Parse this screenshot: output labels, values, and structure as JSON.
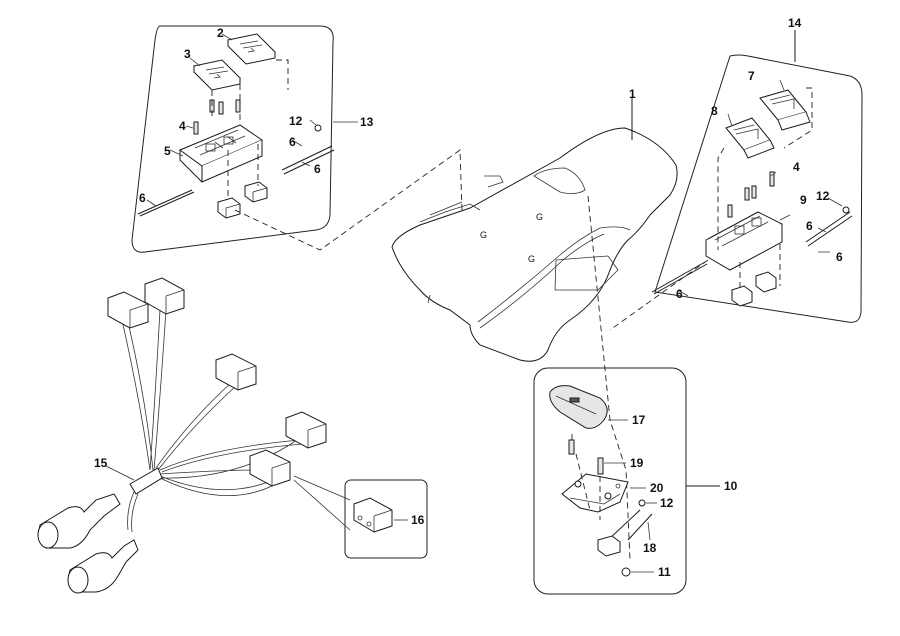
{
  "diagram": {
    "type": "exploded parts diagram",
    "callouts": {
      "c1": "1",
      "c2": "2",
      "c3": "3",
      "c4a": "4",
      "c5": "5",
      "c6a": "6",
      "c6b": "6",
      "c6c": "6",
      "c12a": "12",
      "c13": "13",
      "c14": "14",
      "c7": "7",
      "c8": "8",
      "c4b": "4",
      "c9": "9",
      "c12b": "12",
      "c6d": "6",
      "c6e": "6",
      "c6f": "6",
      "c10": "10",
      "c17": "17",
      "c19": "19",
      "c20": "20",
      "c12c": "12",
      "c18": "18",
      "c11": "11",
      "c15": "15",
      "c16": "16"
    },
    "groups": [
      {
        "id": "13",
        "parts": [
          "2",
          "3",
          "4",
          "5",
          "6",
          "12"
        ]
      },
      {
        "id": "14",
        "parts": [
          "7",
          "8",
          "4",
          "9",
          "12",
          "6"
        ]
      },
      {
        "id": "10",
        "parts": [
          "17",
          "19",
          "20",
          "12",
          "18",
          "11"
        ]
      },
      {
        "id": "15",
        "parts": [
          "wiring harness"
        ]
      },
      {
        "id": "16",
        "parts": [
          "micro switch"
        ]
      }
    ]
  }
}
